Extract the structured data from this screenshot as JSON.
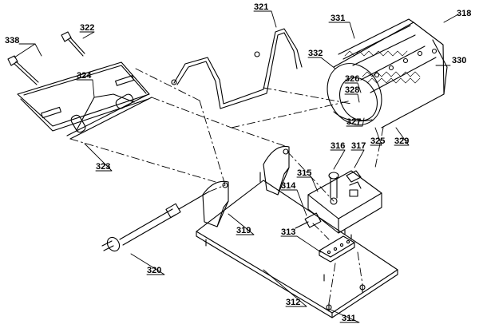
{
  "labels": {
    "l338": "338",
    "l322": "322",
    "l321": "321",
    "l318": "318",
    "l331": "331",
    "l332": "332",
    "l330": "330",
    "l324": "324",
    "l326": "326",
    "l328": "328",
    "l327": "327",
    "l325": "325",
    "l329": "329",
    "l316": "316",
    "l317": "317",
    "l315": "315",
    "l314": "314",
    "l323": "323",
    "l313": "313",
    "l319": "319",
    "l320": "320",
    "l312": "312",
    "l311": "311"
  }
}
